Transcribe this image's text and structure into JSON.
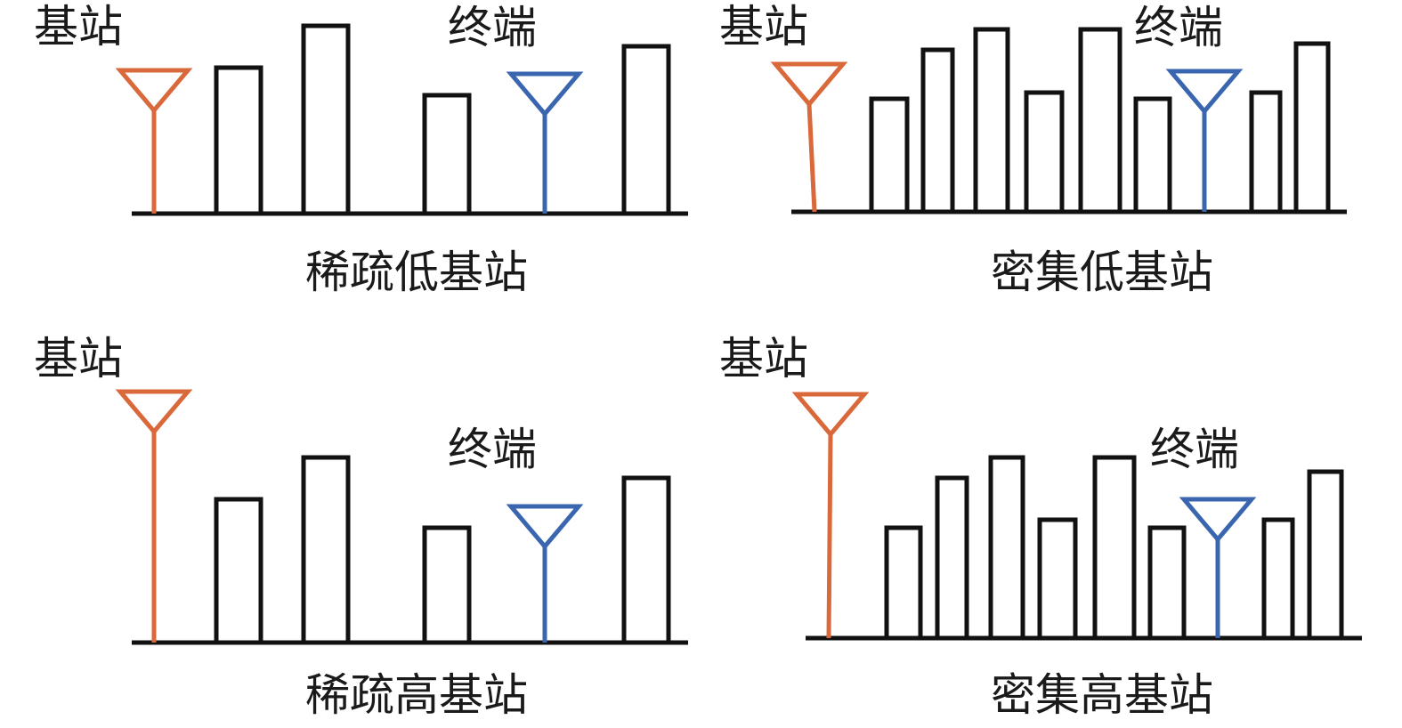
{
  "colors": {
    "station": "#D9683A",
    "terminal": "#3A66B0",
    "building": "#111111"
  },
  "panels": [
    {
      "station_label": "基站",
      "terminal_label": "终端",
      "caption": "稀疏低基站"
    },
    {
      "station_label": "基站",
      "terminal_label": "终端",
      "caption": "密集低基站"
    },
    {
      "station_label": "基站",
      "terminal_label": "终端",
      "caption": "稀疏高基站"
    },
    {
      "station_label": "基站",
      "terminal_label": "终端",
      "caption": "密集高基站"
    }
  ]
}
